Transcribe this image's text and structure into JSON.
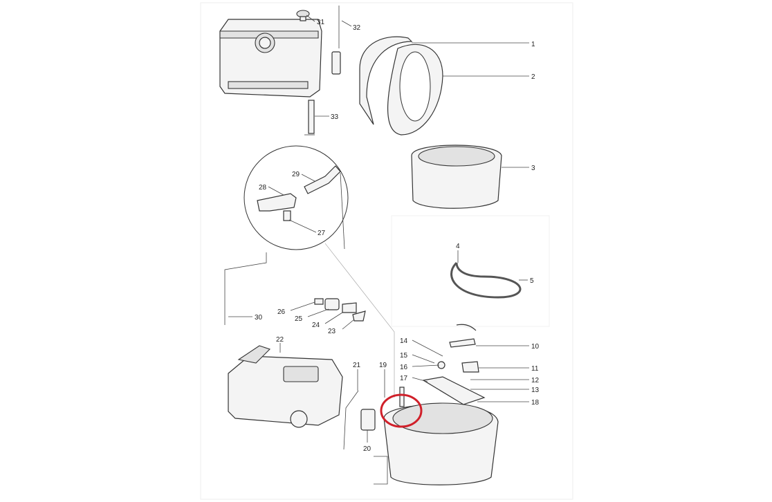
{
  "diagram": {
    "highlight_color": "#d0202a",
    "highlighted_part": "19",
    "labels": {
      "p1": "1",
      "p2": "2",
      "p3": "3",
      "p4": "4",
      "p5": "5",
      "p10": "10",
      "p11": "11",
      "p12": "12",
      "p13": "13",
      "p14": "14",
      "p15": "15",
      "p16": "16",
      "p17": "17",
      "p18": "18",
      "p19": "19",
      "p20": "20",
      "p21": "21",
      "p22": "22",
      "p23": "23",
      "p24": "24",
      "p25": "25",
      "p26": "26",
      "p27": "27",
      "p28": "28",
      "p29": "29",
      "p30": "30",
      "p31": "31",
      "p32": "32",
      "p33": "33"
    }
  }
}
